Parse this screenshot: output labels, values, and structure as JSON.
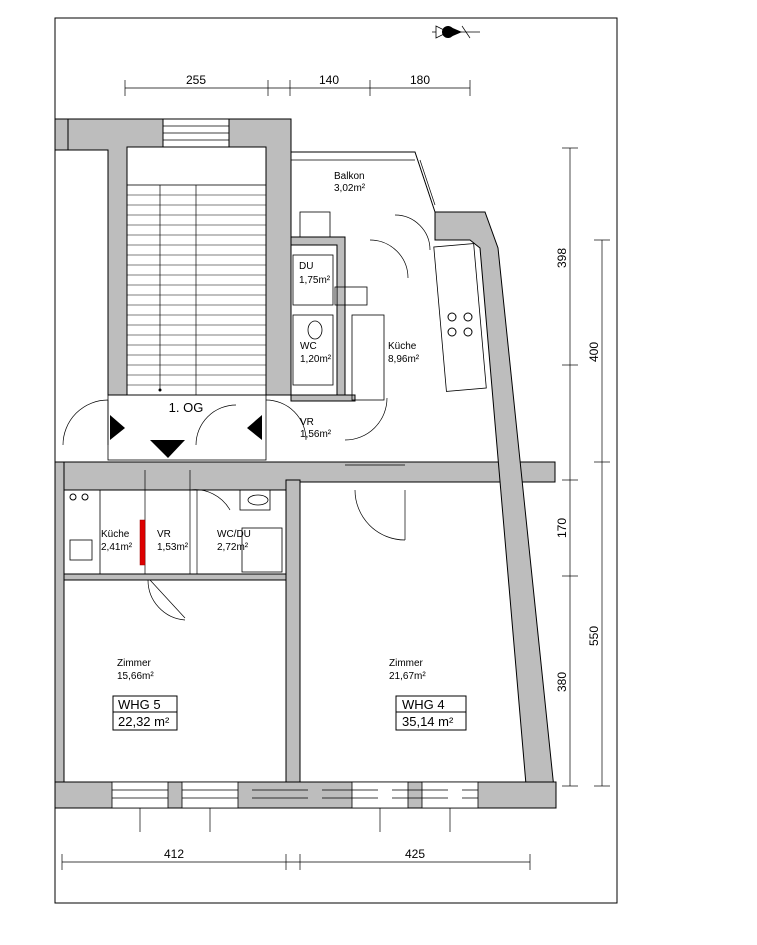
{
  "floor": {
    "label": "1. OG"
  },
  "rooms": {
    "balkon": {
      "name": "Balkon",
      "area": "3,02m²"
    },
    "du": {
      "name": "DU",
      "area": "1,75m²"
    },
    "wc": {
      "name": "WC",
      "area": "1,20m²"
    },
    "kueche_top": {
      "name": "Küche",
      "area": "8,96m²"
    },
    "vr_top": {
      "name": "VR",
      "area": "1,56m²"
    },
    "kueche_left": {
      "name": "Küche",
      "area": "2,41m²"
    },
    "vr_left": {
      "name": "VR",
      "area": "1,53m²"
    },
    "wcdu": {
      "name": "WC/DU",
      "area": "2,72m²"
    },
    "zimmer_left": {
      "name": "Zimmer",
      "area": "15,66m²"
    },
    "zimmer_right": {
      "name": "Zimmer",
      "area": "21,67m²"
    }
  },
  "units": {
    "whg5": {
      "name": "WHG 5",
      "area": "22,32 m²"
    },
    "whg4": {
      "name": "WHG 4",
      "area": "35,14 m²"
    }
  },
  "dimensions": {
    "top_1": "255",
    "top_2": "140",
    "top_3": "180",
    "right_1": "398",
    "right_2": "400",
    "right_3": "170",
    "right_4": "380",
    "right_5": "550",
    "bottom_1": "412",
    "bottom_2": "425"
  },
  "icons": [
    "north-arrow-icon"
  ]
}
